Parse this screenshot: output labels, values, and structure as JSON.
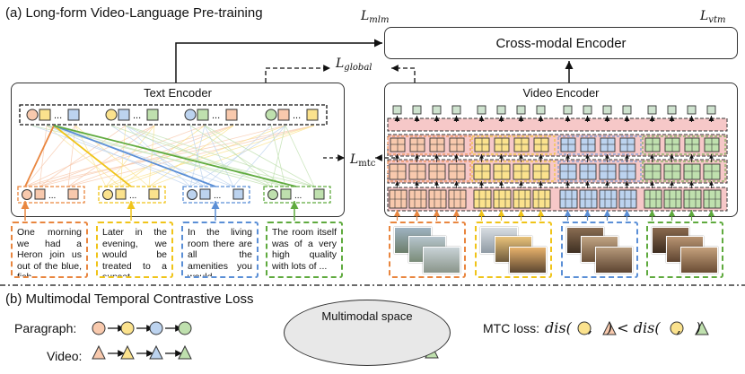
{
  "section_a_title": "(a) Long-form Video-Language Pre-training",
  "section_b_title": "(b) Multimodal Temporal Contrastive Loss",
  "cross_encoder": "Cross-modal Encoder",
  "text_encoder": "Text Encoder",
  "video_encoder": "Video Encoder",
  "loss_mlm": {
    "main": "L",
    "sub": "mlm"
  },
  "loss_vtm": {
    "main": "L",
    "sub": "vtm"
  },
  "loss_global": {
    "main": "L",
    "sub": "global"
  },
  "loss_mtc": {
    "main": "L",
    "sub": "mtc"
  },
  "ellipsis": "...",
  "paragraphs": [
    {
      "text": "One morning we had a Heron join us out of the blue, fish ...",
      "color": "#e9863f"
    },
    {
      "text": "Later in the evening, we would be treated to a sunset ...",
      "color": "#f0c419"
    },
    {
      "text": "In the living room there are all the amenities you would ...",
      "color": "#5b8fd6"
    },
    {
      "text": "The room itself was of a very high quality with lots of ...",
      "color": "#5faa3e"
    }
  ],
  "video_colors": [
    "#e9863f",
    "#f0c419",
    "#5b8fd6",
    "#5faa3e"
  ],
  "fill_colors": [
    "#f8c9ad",
    "#fbe28d",
    "#bcd3ef",
    "#bfe0ae"
  ],
  "mm_space_label": "Multimodal space",
  "legend_paragraph_label": "Paragraph:",
  "legend_video_label": "Video:",
  "mtc_loss_label": "MTC loss:",
  "mtc_formula": {
    "dis1": "dis(",
    "comma1": ",",
    "close1": ")",
    "lt": "<",
    "dis2": "dis(",
    "comma2": ",",
    "close2": ")"
  }
}
